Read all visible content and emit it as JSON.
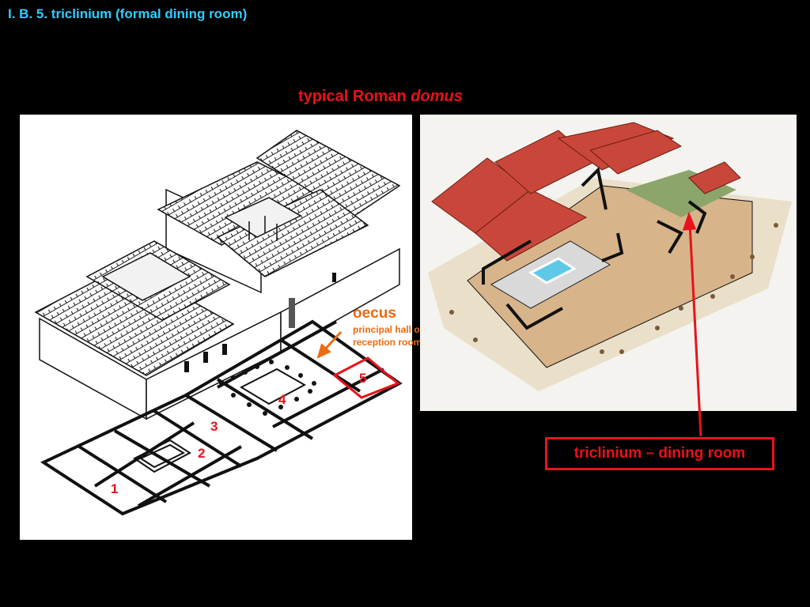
{
  "slide": {
    "title": "I. B. 5. triclinium (formal dining room)",
    "heading_main": "typical Roman ",
    "heading_italic": "domus"
  },
  "plan": {
    "oecus_title": "oecus",
    "oecus_line1": "principal hall or",
    "oecus_line2": "reception room",
    "rooms": [
      "1",
      "2",
      "3",
      "4",
      "5"
    ]
  },
  "illustration": {
    "label": "triclinium – dining room"
  },
  "colors": {
    "background": "#000000",
    "title": "#33ccff",
    "accent_red": "#e8121a",
    "accent_orange": "#ee6a10"
  }
}
